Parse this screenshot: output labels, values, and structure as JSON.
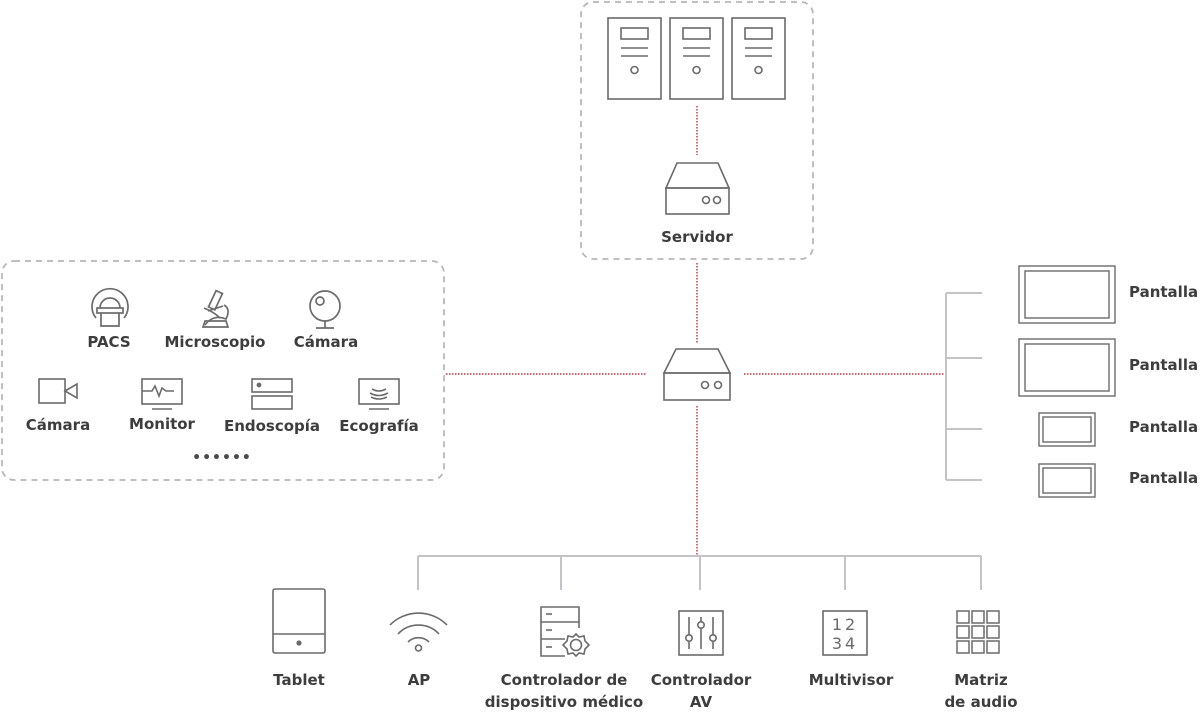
{
  "colors": {
    "icon_stroke": "#6b6b6b",
    "connector_gray": "#c4c4c8",
    "connector_red": "#c0303a",
    "group_border": "#b8b8b8",
    "label_text": "#3d3d3d"
  },
  "server_group": {
    "label": "Servidor",
    "server_count": 3
  },
  "core_switch": {
    "icon": "switch-icon"
  },
  "source_group": {
    "row1": [
      {
        "label": "PACS",
        "icon": "pacs-scanner-icon"
      },
      {
        "label": "Microscopio",
        "icon": "microscope-icon"
      },
      {
        "label": "Cámara",
        "icon": "webcam-icon"
      }
    ],
    "row2": [
      {
        "label": "Cámara",
        "icon": "video-camera-icon"
      },
      {
        "label": "Monitor",
        "icon": "patient-monitor-icon"
      },
      {
        "label": "Endoscopía",
        "icon": "endoscopy-unit-icon"
      },
      {
        "label": "Ecografía",
        "icon": "ultrasound-icon"
      }
    ],
    "more": "••••••"
  },
  "displays": [
    {
      "label": "Pantalla",
      "size": "large"
    },
    {
      "label": "Pantalla",
      "size": "large"
    },
    {
      "label": "Pantalla",
      "size": "small"
    },
    {
      "label": "Pantalla",
      "size": "small"
    }
  ],
  "endpoints": [
    {
      "label": "Tablet",
      "icon": "tablet-icon"
    },
    {
      "label": "AP",
      "icon": "wifi-icon"
    },
    {
      "label": "Controlador de\ndispositivo médico",
      "line1": "Controlador de",
      "line2": "dispositivo médico",
      "icon": "device-controller-icon"
    },
    {
      "label": "Controlador AV",
      "line1": "Controlador",
      "line2": "AV",
      "icon": "av-mixer-icon"
    },
    {
      "label": "Multivisor",
      "icon": "multiviewer-icon",
      "digits_top": "12",
      "digits_bottom": "34"
    },
    {
      "label": "Matriz de audio",
      "line1": "Matriz",
      "line2": "de audio",
      "icon": "audio-matrix-icon"
    }
  ]
}
